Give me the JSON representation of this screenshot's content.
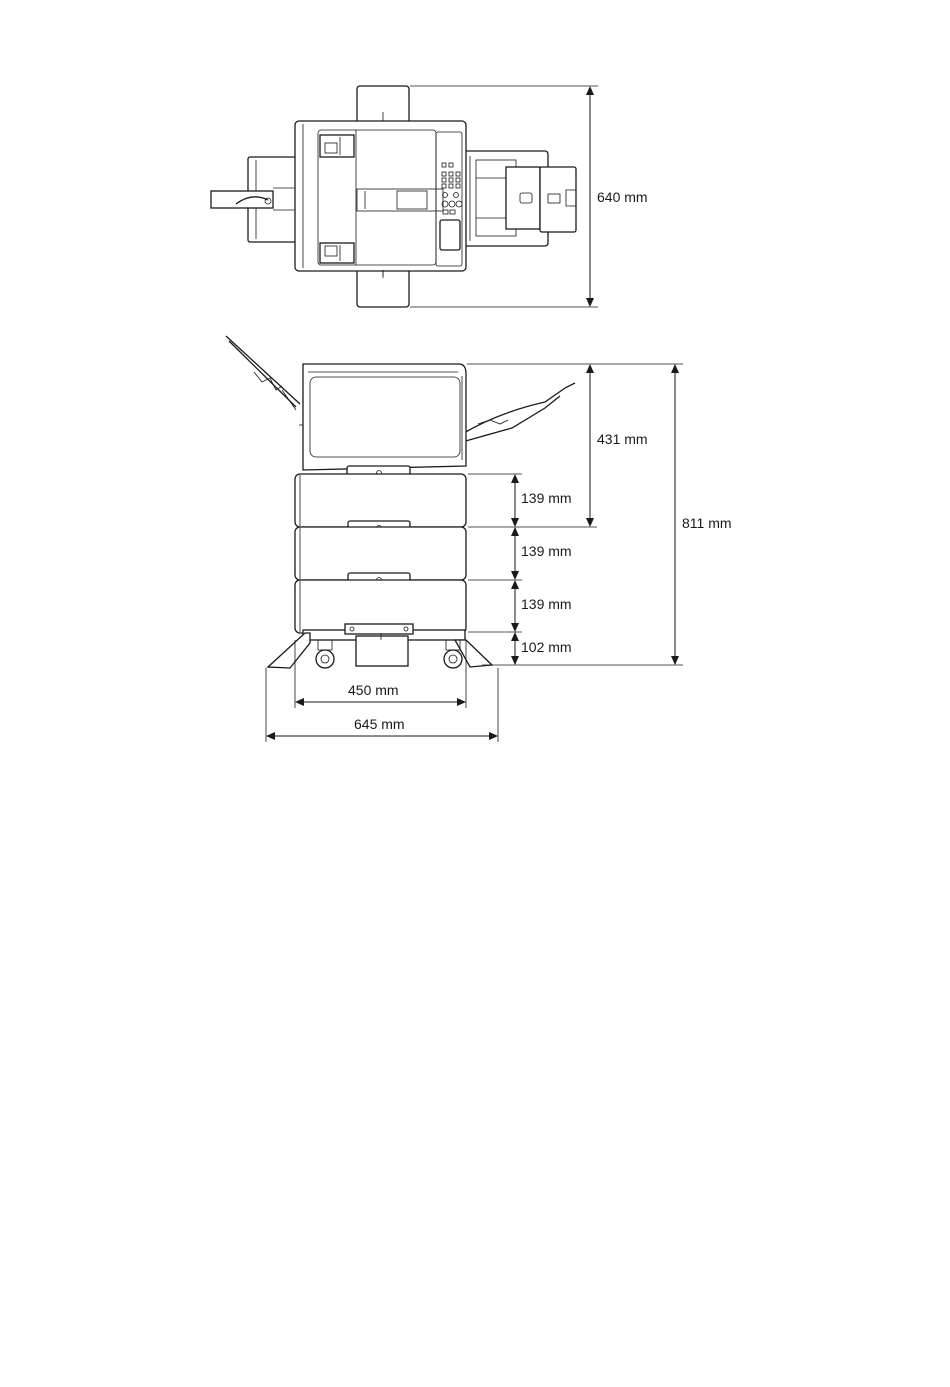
{
  "dimensions": {
    "top_depth": "640 mm",
    "printer_height": "431 mm",
    "total_height": "811 mm",
    "tray1_height": "139 mm",
    "tray2_height": "139 mm",
    "tray3_height": "139 mm",
    "base_height": "102 mm",
    "body_width": "450 mm",
    "total_width": "645 mm"
  }
}
